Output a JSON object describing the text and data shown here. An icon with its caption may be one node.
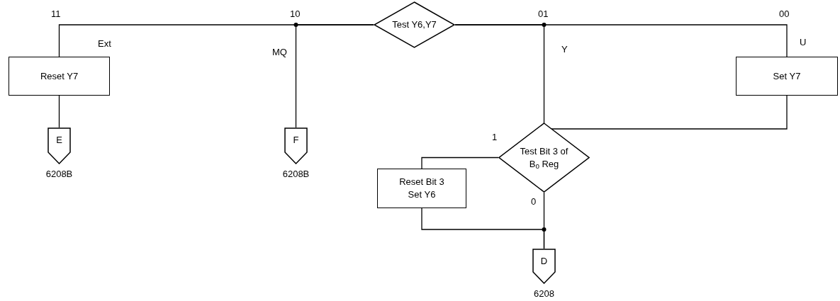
{
  "diagram": {
    "nodes": [
      {
        "text": [
          "Test Y6,Y7"
        ]
      },
      {
        "text": [
          "Reset Y7"
        ]
      },
      {
        "text": [
          "E"
        ],
        "beside": [
          "6208B"
        ]
      },
      {
        "text": [
          "F"
        ],
        "beside": [
          "6208B"
        ]
      },
      {
        "text": [
          "Set Y7"
        ]
      },
      {
        "text": [
          "Test Bit 3 of B$_{0}$ Reg"
        ]
      },
      {
        "text": [
          "Reset Bit 3 Set Y6"
        ]
      },
      {
        "text": [
          "D"
        ],
        "beside": [
          "6208"
        ]
      }
    ],
    "edges": [
      {
        "from": 0,
        "to": 1,
        "arrow": "none",
        "label": "11"
      },
      {
        "from": 1,
        "to": 2,
        "arrow": "none"
      },
      {
        "from": 0,
        "to": 3,
        "arrow": "none",
        "label": "10"
      },
      {
        "from": 0,
        "to": 5,
        "arrow": "none",
        "label": "01"
      },
      {
        "from": 0,
        "to": 4,
        "arrow": "none",
        "label": "00"
      },
      {
        "from": 4,
        "to": 5,
        "arrow": "none"
      },
      {
        "from": 5,
        "to": 6,
        "arrow": "none",
        "label": "1"
      },
      {
        "from": 5,
        "to": 7,
        "arrow": "none",
        "label": "0"
      },
      {
        "from": 6,
        "to": 7,
        "arrow": "none"
      }
    ],
    "labels": [
      "Ext",
      "MQ",
      "Y",
      "U"
    ]
  }
}
